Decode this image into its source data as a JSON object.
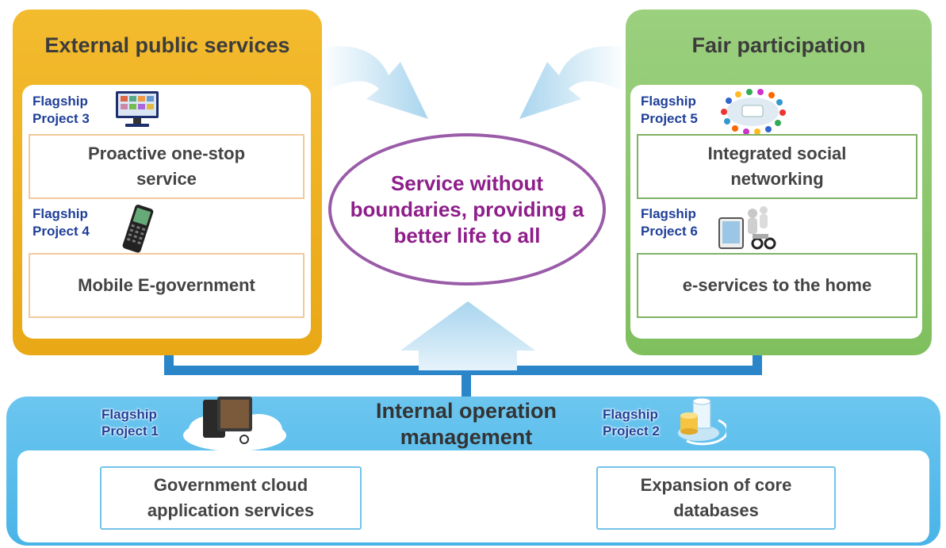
{
  "external": {
    "title": "External public services",
    "project3": {
      "flag_line1": "Flagship",
      "flag_line2": "Project 3",
      "label": "Proactive one-stop service",
      "icon": "monitor-icon"
    },
    "project4": {
      "flag_line1": "Flagship",
      "flag_line2": "Project 4",
      "label": "Mobile E-government",
      "icon": "mobile-phone-icon"
    }
  },
  "fair": {
    "title": "Fair participation",
    "project5": {
      "flag_line1": "Flagship",
      "flag_line2": "Project 5",
      "label": "Integrated social networking",
      "icon": "people-circle-icon"
    },
    "project6": {
      "flag_line1": "Flagship",
      "flag_line2": "Project 6",
      "label": "e-services to the home",
      "icon": "tablet-people-icon"
    }
  },
  "center": {
    "text": "Service without boundaries, providing a better life to all"
  },
  "internal": {
    "title_line1": "Internal operation",
    "title_line2": "management",
    "project1": {
      "flag_line1": "Flagship",
      "flag_line2": "Project 1",
      "label": "Government cloud application services",
      "icon": "cloud-computer-icon"
    },
    "project2": {
      "flag_line1": "Flagship",
      "flag_line2": "Project 2",
      "label": "Expansion of core databases",
      "icon": "database-icon"
    }
  },
  "colors": {
    "external_panel": "#f0b324",
    "fair_panel": "#8cc86d",
    "internal_panel": "#5bbdec",
    "center_text": "#8e1e8a",
    "center_border": "#9a5ba8",
    "flagship_text": "#1f3f98",
    "connector": "#2a86c9",
    "arrow": "#a9d5ee"
  }
}
